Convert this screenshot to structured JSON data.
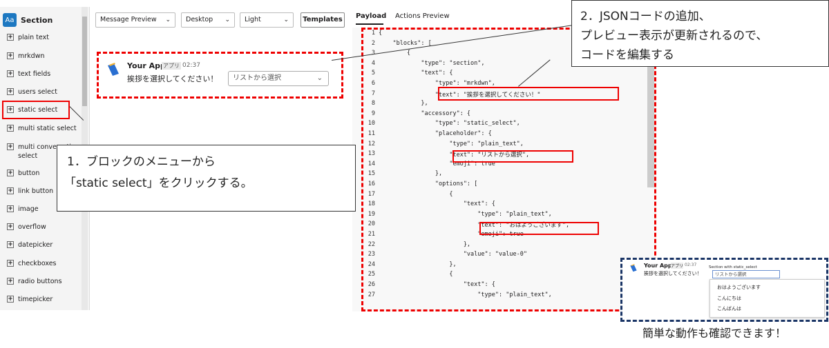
{
  "sidebar": {
    "logo": "Aa",
    "title": "Section",
    "items": [
      "plain text",
      "mrkdwn",
      "text fields",
      "users select",
      "static select",
      "multi static select",
      "multi conversations select",
      "button",
      "link button",
      "image",
      "overflow",
      "datepicker",
      "checkboxes",
      "radio buttons",
      "timepicker"
    ]
  },
  "toolbar": {
    "preview_select": "Message Preview",
    "device_select": "Desktop",
    "theme_select": "Light",
    "templates_label": "Templates"
  },
  "preview": {
    "app_name": "Your App",
    "app_badge": "アプリ",
    "time": "02:37",
    "message": "挨拶を選択してください！",
    "select_placeholder": "リストから選択"
  },
  "tabs": {
    "payload": "Payload",
    "actions": "Actions Preview"
  },
  "code_lines": [
    "{",
    "    \"blocks\": [",
    "        {",
    "            \"type\": \"section\",",
    "            \"text\": {",
    "                \"type\": \"mrkdwn\",",
    "                \"text\": \"挨拶を選択してください！\"",
    "            },",
    "            \"accessory\": {",
    "                \"type\": \"static_select\",",
    "                \"placeholder\": {",
    "                    \"type\": \"plain_text\",",
    "                    \"text\": \"リストから選択\",",
    "                    \"emoji\": true",
    "                },",
    "                \"options\": [",
    "                    {",
    "                        \"text\": {",
    "                            \"type\": \"plain_text\",",
    "                            \"text\": \"おはようございます\",",
    "                            \"emoji\": true",
    "                        },",
    "                        \"value\": \"value-0\"",
    "                    },",
    "                    {",
    "                        \"text\": {",
    "                            \"type\": \"plain_text\","
  ],
  "callout1": {
    "line1": "1．ブロックのメニューから",
    "line2": "「static select」をクリックする。"
  },
  "callout2": {
    "line1": "2．JSONコードの追加、",
    "line2": "プレビュー表示が更新されるので、",
    "line3": "コードを編集する"
  },
  "mini": {
    "app_name": "Your App",
    "app_badge": "アプリ",
    "time": "02:37",
    "message": "挨拶を選択してください！",
    "tooltip": "Section with static_select",
    "select_placeholder": "リストから選択",
    "options": [
      "おはようございます",
      "こんにちは",
      "こんばんは"
    ]
  },
  "caption": "簡単な動作も確認できます！"
}
